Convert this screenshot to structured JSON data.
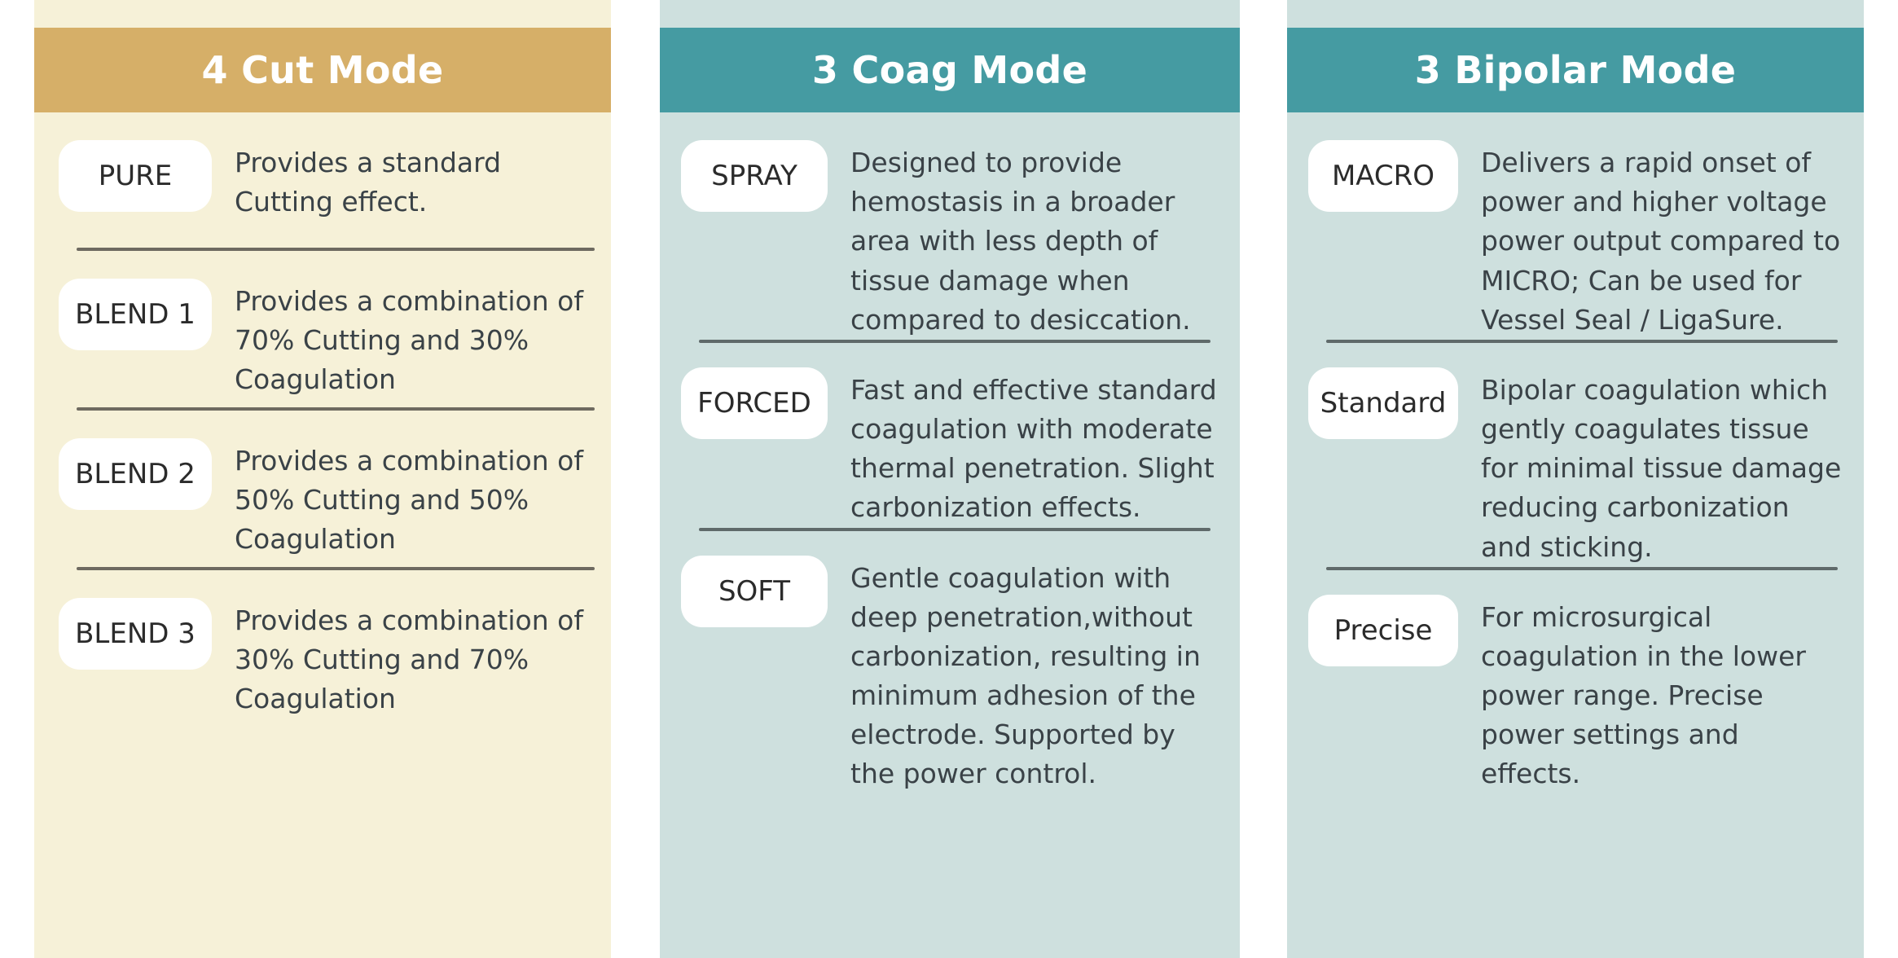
{
  "colors": {
    "cut_panel_bg": "#F6F1D8",
    "cut_header_bg": "#D6AF68",
    "teal_panel_bg": "#CEE0DE",
    "teal_header_bg": "#459BA2",
    "header_text": "#FFFFFF",
    "body_text": "#3A4247",
    "pill_bg": "#FFFFFF",
    "pill_text": "#2B2B2B",
    "divider_cut": "#6E6A60",
    "divider_teal": "#5F6A6A",
    "page_bg": "#FFFFFF"
  },
  "columns": [
    {
      "id": "cut",
      "title": "4 Cut Mode",
      "modes": [
        {
          "label": "PURE",
          "description": "Provides a standard Cutting effect."
        },
        {
          "label": "BLEND 1",
          "description": "Provides a combination of 70% Cutting and 30% Coagulation"
        },
        {
          "label": "BLEND 2",
          "description": "Provides a combination of 50% Cutting and 50% Coagulation"
        },
        {
          "label": "BLEND 3",
          "description": "Provides a combination of 30% Cutting and 70% Coagulation"
        }
      ]
    },
    {
      "id": "coag",
      "title": "3 Coag Mode",
      "modes": [
        {
          "label": "SPRAY",
          "description": "Designed to provide hemostasis in a broader area with less depth of tissue damage when compared to desiccation."
        },
        {
          "label": "FORCED",
          "description": "Fast and effective standard coagulation with moderate thermal penetration. Slight carbonization effects."
        },
        {
          "label": "SOFT",
          "description": "Gentle coagulation with deep penetration,without carbonization, resulting in minimum adhesion of the electrode. Supported by the power control."
        }
      ]
    },
    {
      "id": "bipolar",
      "title": "3 Bipolar Mode",
      "modes": [
        {
          "label": "MACRO",
          "description": "Delivers a rapid onset of power and higher voltage power output compared to MICRO; Can be used for Vessel Seal / LigaSure."
        },
        {
          "label": "Standard",
          "description": "Bipolar coagulation which gently coagulates tissue for minimal tissue damage reducing carbonization and sticking."
        },
        {
          "label": "Precise",
          "description": "For microsurgical coagulation in the lower power range. Precise power settings and effects."
        }
      ]
    }
  ]
}
